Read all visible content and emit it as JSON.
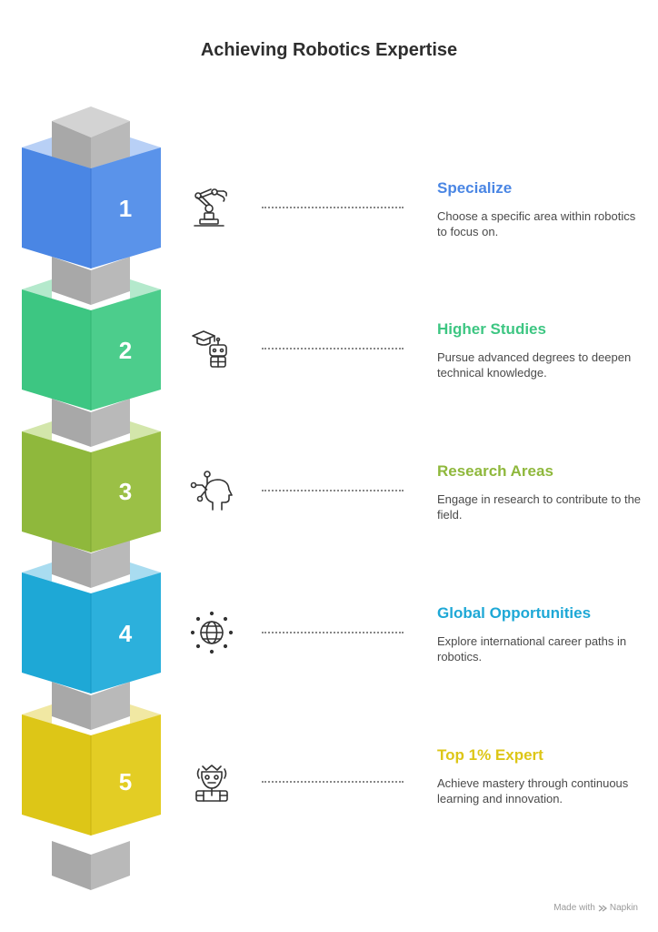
{
  "title": "Achieving Robotics Expertise",
  "steps": [
    {
      "number": "1",
      "title": "Specialize",
      "description": "Choose a specific area within robotics to focus on.",
      "color": "#4a86e4",
      "icon": "robotic-arm-icon"
    },
    {
      "number": "2",
      "title": "Higher Studies",
      "description": "Pursue advanced degrees to deepen technical knowledge.",
      "color": "#3dc682",
      "icon": "graduation-robot-icon"
    },
    {
      "number": "3",
      "title": "Research Areas",
      "description": "Engage in research to contribute to the field.",
      "color": "#8fb83c",
      "icon": "head-circuit-icon"
    },
    {
      "number": "4",
      "title": "Global Opportunities",
      "description": "Explore international career paths in robotics.",
      "color": "#1ea8d6",
      "icon": "globe-icon"
    },
    {
      "number": "5",
      "title": "Top 1% Expert",
      "description": "Achieve mastery through continuous learning and innovation.",
      "color": "#ddc617",
      "icon": "robot-expert-icon"
    }
  ],
  "credit": {
    "text": "Made with",
    "brand": "Napkin"
  }
}
